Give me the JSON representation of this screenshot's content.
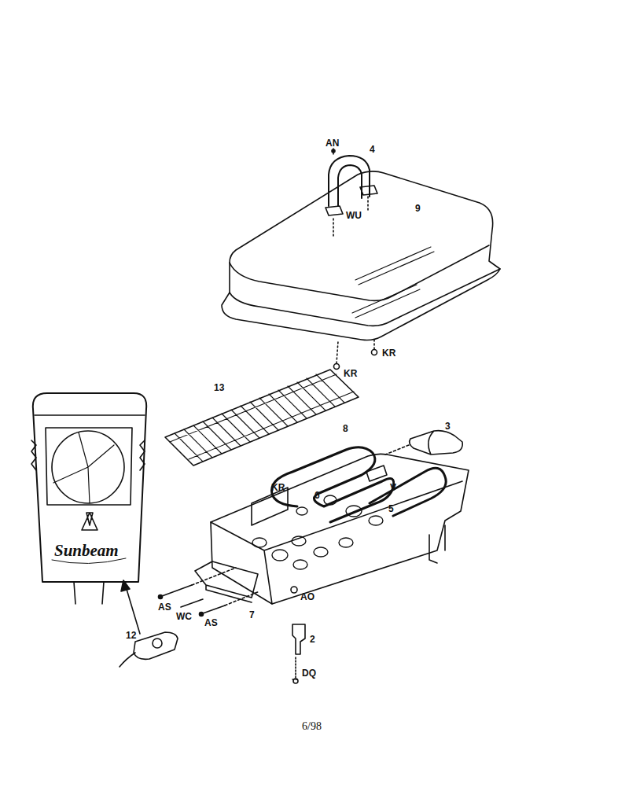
{
  "diagram": {
    "labels": [
      "AN",
      "4",
      "WU",
      "9",
      "KR",
      "KR",
      "13",
      "8",
      "3",
      "KR",
      "6",
      "V",
      "5",
      "AS",
      "WC",
      "AS",
      "7",
      "AO",
      "2",
      "DQ",
      "12",
      "Sunbeam",
      "6/98"
    ]
  }
}
